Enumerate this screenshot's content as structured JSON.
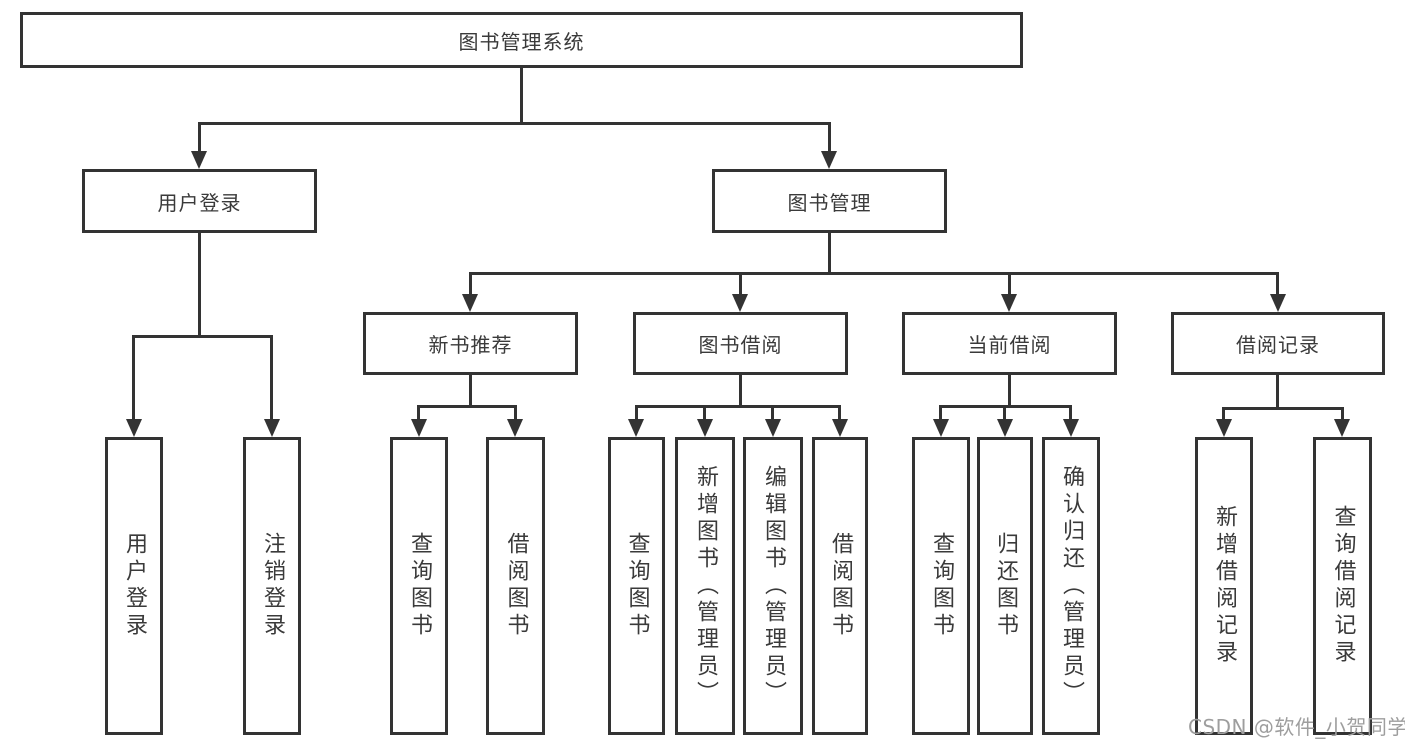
{
  "diagram": {
    "root": "图书管理系统",
    "branches": [
      {
        "label": "用户登录",
        "children": [
          {
            "label": "用户登录"
          },
          {
            "label": "注销登录"
          }
        ]
      },
      {
        "label": "图书管理",
        "children": [
          {
            "label": "新书推荐",
            "children": [
              {
                "label": "查询图书"
              },
              {
                "label": "借阅图书"
              }
            ]
          },
          {
            "label": "图书借阅",
            "children": [
              {
                "label": "查询图书"
              },
              {
                "label": "新增图书（管理员）"
              },
              {
                "label": "编辑图书（管理员）"
              },
              {
                "label": "借阅图书"
              }
            ]
          },
          {
            "label": "当前借阅",
            "children": [
              {
                "label": "查询图书"
              },
              {
                "label": "归还图书"
              },
              {
                "label": "确认归还（管理员）"
              }
            ]
          },
          {
            "label": "借阅记录",
            "children": [
              {
                "label": "新增借阅记录"
              },
              {
                "label": "查询借阅记录"
              }
            ]
          }
        ]
      }
    ]
  },
  "watermark": "CSDN @软件_小贺同学",
  "colors": {
    "line": "#333333",
    "text": "#3a3a3a",
    "background": "#ffffff",
    "watermark": "#9e9e9e"
  }
}
